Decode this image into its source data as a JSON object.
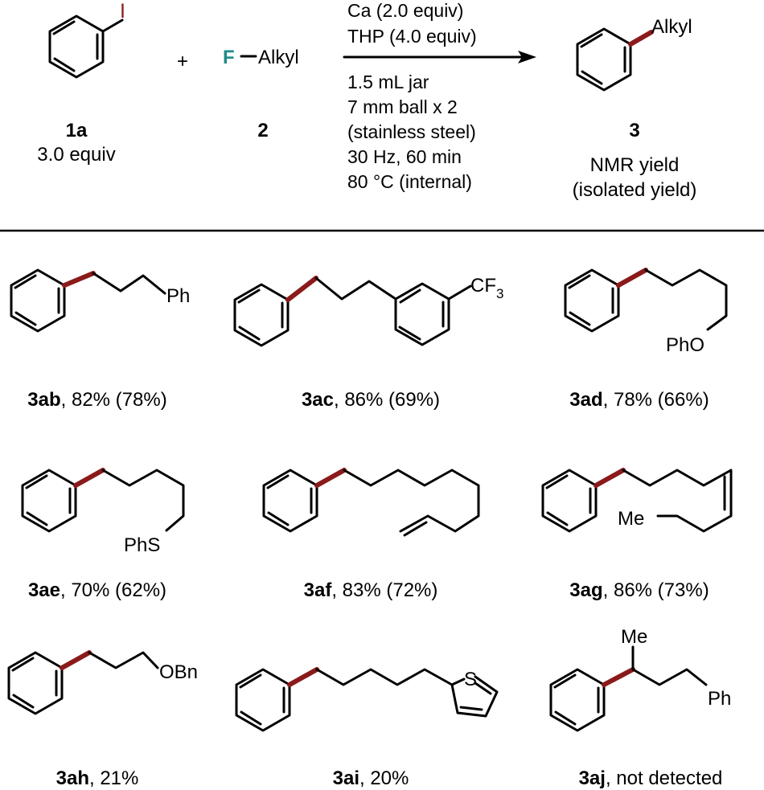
{
  "reaction": {
    "reactant1": {
      "atom": "I",
      "id": "1a",
      "note": "3.0 equiv"
    },
    "plus": "+",
    "reactant2": {
      "atom": "F",
      "group": "Alkyl",
      "id": "2"
    },
    "conditions_above": [
      "Ca (2.0 equiv)",
      "THP (4.0 equiv)"
    ],
    "conditions_below": [
      "1.5 mL jar",
      "7 mm ball x 2",
      "(stainless steel)",
      "30 Hz, 60 min",
      "80 °C (internal)"
    ],
    "product": {
      "group": "Alkyl",
      "id": "3",
      "note1": "NMR yield",
      "note2": "(isolated yield)"
    }
  },
  "products": [
    {
      "id": "3ab",
      "yield": ", 82% (78%)",
      "labels": [
        "Ph"
      ]
    },
    {
      "id": "3ac",
      "yield": ", 86% (69%)",
      "labels": [
        "CF",
        "3"
      ]
    },
    {
      "id": "3ad",
      "yield": ", 78% (66%)",
      "labels": [
        "PhO"
      ]
    },
    {
      "id": "3ae",
      "yield": ", 70% (62%)",
      "labels": [
        "PhS"
      ]
    },
    {
      "id": "3af",
      "yield": ", 83% (72%)",
      "labels": []
    },
    {
      "id": "3ag",
      "yield": ", 86% (73%)",
      "labels": [
        "Me"
      ]
    },
    {
      "id": "3ah",
      "yield": ", 21%",
      "labels": [
        "OBn"
      ]
    },
    {
      "id": "3ai",
      "yield": ", 20%",
      "labels": [
        "S"
      ]
    },
    {
      "id": "3aj",
      "yield": ", not detected",
      "labels": [
        "Me",
        "Ph"
      ]
    }
  ],
  "colors": {
    "new_bond": "#8b1a1a",
    "fluorine": "#1f8a8a",
    "iodine": "#8b1a1a",
    "text": "#000000"
  }
}
